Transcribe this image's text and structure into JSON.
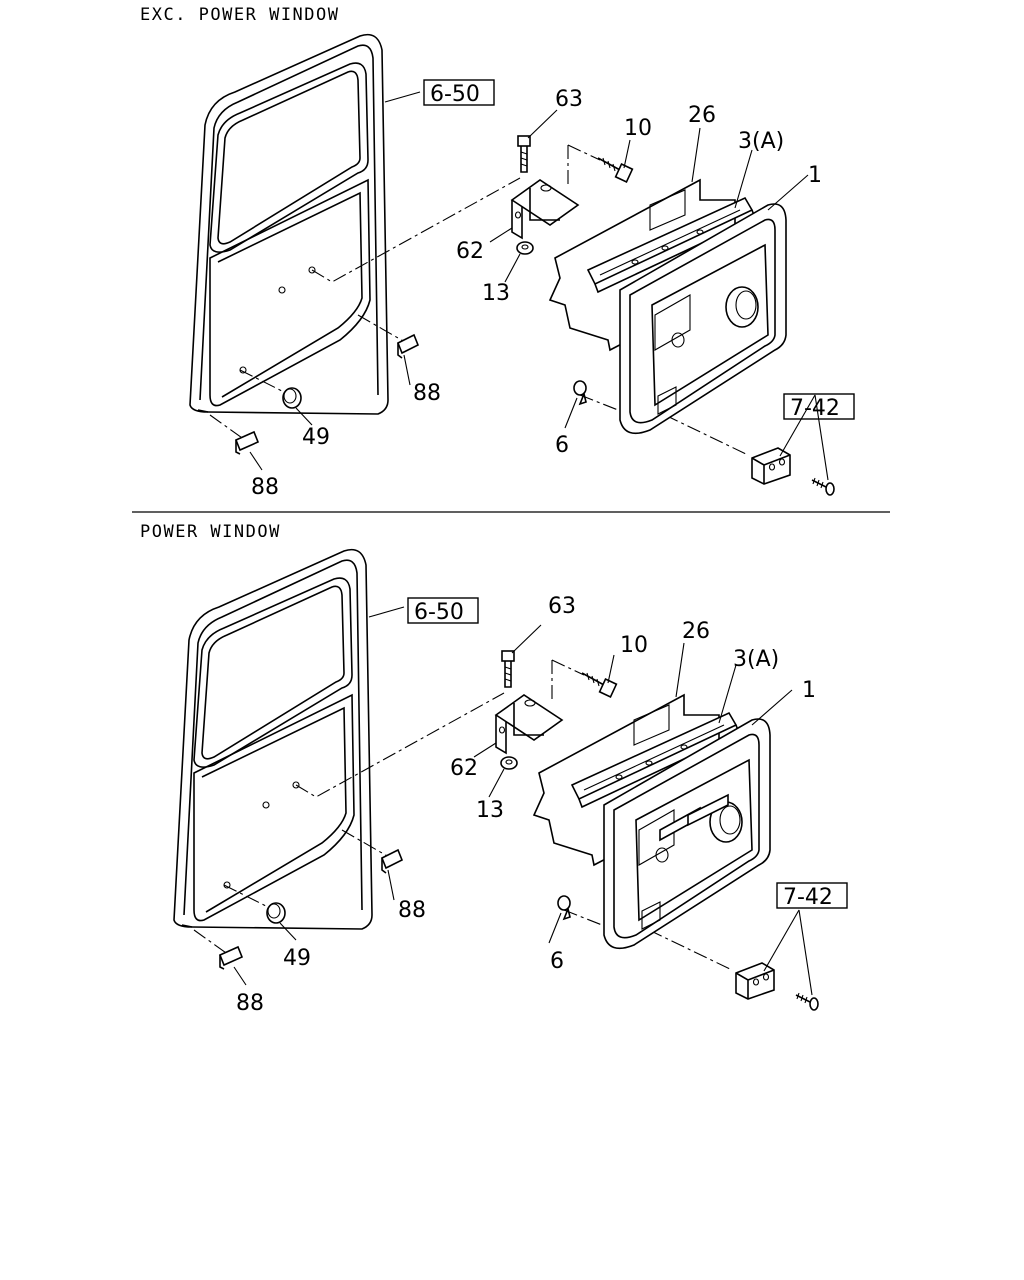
{
  "sections": [
    {
      "title": "EXC. POWER WINDOW",
      "refs": {
        "door": "6-50",
        "switch": "7-42"
      },
      "callouts": {
        "bolt": "63",
        "screw": "10",
        "sheet": "26",
        "strip": "3(A)",
        "trim": "1",
        "bracket": "62",
        "nut": "13",
        "grommet": "6",
        "clip_a": "88",
        "clip_b": "88",
        "plug": "49"
      }
    },
    {
      "title": "POWER WINDOW",
      "refs": {
        "door": "6-50",
        "switch": "7-42"
      },
      "callouts": {
        "bolt": "63",
        "screw": "10",
        "sheet": "26",
        "strip": "3(A)",
        "trim": "1",
        "bracket": "62",
        "nut": "13",
        "grommet": "6",
        "clip_a": "88",
        "clip_b": "88",
        "plug": "49"
      }
    }
  ]
}
